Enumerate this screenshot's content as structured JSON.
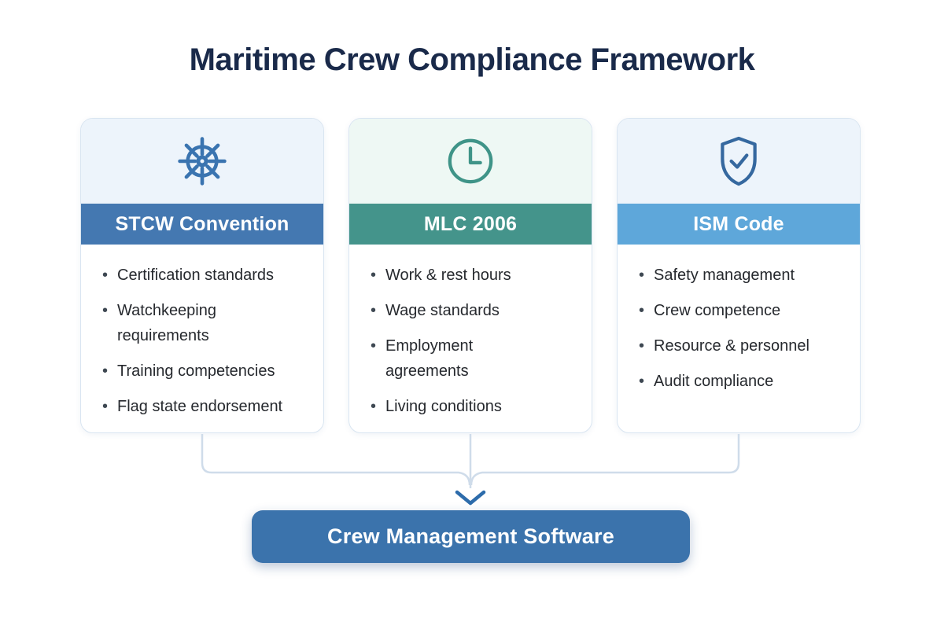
{
  "page": {
    "title": "Maritime Crew Compliance Framework",
    "title_color": "#1a2a4a",
    "background_color": "#ffffff"
  },
  "cards": [
    {
      "title": "STCW Convention",
      "icon": "ship-wheel-icon",
      "header_color": "#4478b1",
      "top_bg": "#edf4fb",
      "icon_color": "#3a74b0",
      "items": [
        "Certification standards",
        "Watchkeeping\nrequirements",
        "Training competencies",
        "Flag state endorsement"
      ]
    },
    {
      "title": "MLC 2006",
      "icon": "clock-icon",
      "header_color": "#44948b",
      "top_bg": "#eef8f4",
      "icon_color": "#3f9488",
      "items": [
        "Work & rest hours",
        "Wage standards",
        "Employment\nagreements",
        "Living conditions"
      ]
    },
    {
      "title": "ISM Code",
      "icon": "shield-check-icon",
      "header_color": "#5ea7da",
      "top_bg": "#edf4fb",
      "icon_color": "#35689f",
      "items": [
        "Safety management",
        "Crew competence",
        "Resource & personnel",
        "Audit compliance"
      ]
    }
  ],
  "connector": {
    "line_color": "#cfdcea",
    "arrow_color": "#2d6cab",
    "arrow_icon": "arrow-down-icon"
  },
  "output": {
    "label": "Crew Management Software",
    "bg_color": "#3b73ac",
    "text_color": "#ffffff"
  }
}
